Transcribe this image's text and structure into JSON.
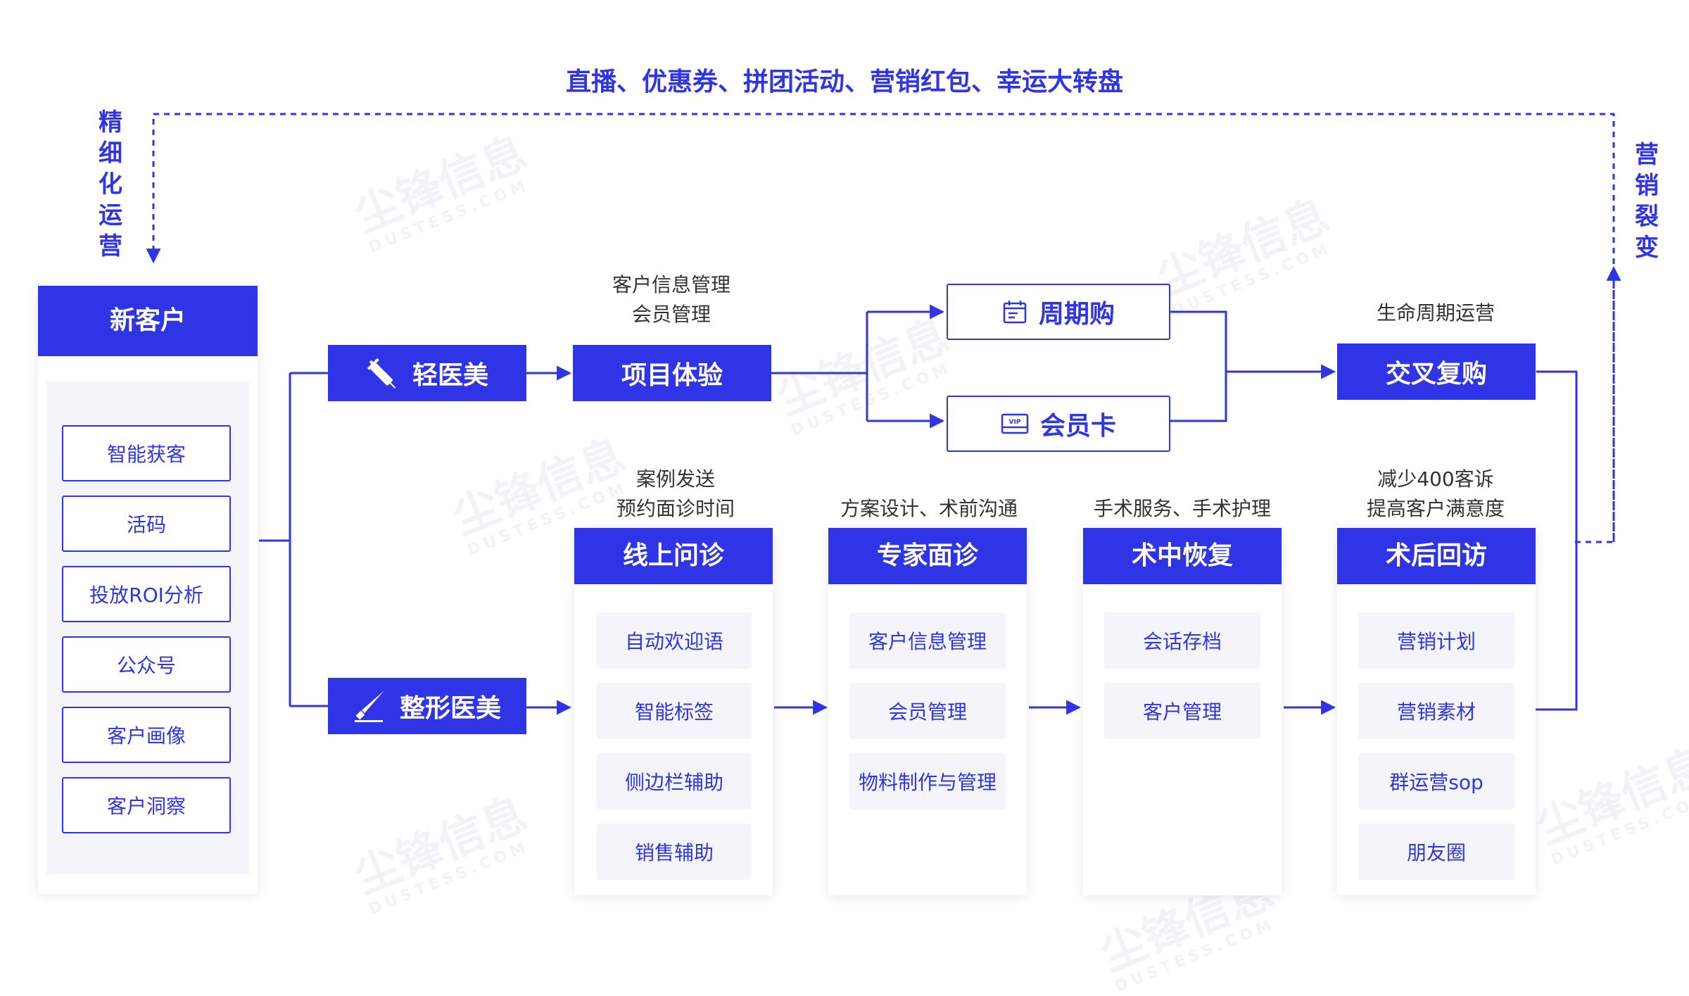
{
  "colors": {
    "primary": "#2f35e6",
    "item_bg": "#f3f5fb",
    "text": "#333333"
  },
  "top_label": "直播、优惠券、拼团活动、营销红包、幸运大转盘",
  "left_label": "精细化运营",
  "right_label": "营销裂变",
  "watermark": {
    "cn": "尘锋信息",
    "en": "DUSTESS.COM"
  },
  "source": {
    "title": "新客户",
    "items": [
      "智能获客",
      "活码",
      "投放ROI分析",
      "公众号",
      "客户画像",
      "客户洞察"
    ]
  },
  "branches": {
    "light": {
      "label": "轻医美",
      "icon": "syringe-icon"
    },
    "surgery": {
      "label": "整形医美",
      "icon": "scalpel-icon"
    }
  },
  "light_flow": {
    "project": {
      "label": "项目体验",
      "note": [
        "客户信息管理",
        "会员管理"
      ]
    },
    "periodic": {
      "label": "周期购",
      "icon": "calendar-icon"
    },
    "member_card": {
      "label": "会员卡",
      "icon": "vip-card-icon",
      "badge": "VIP"
    },
    "repurchase": {
      "label": "交叉复购",
      "note": [
        "生命周期运营"
      ]
    }
  },
  "stages": [
    {
      "title": "线上问诊",
      "note": [
        "案例发送",
        "预约面诊时间"
      ],
      "items": [
        "自动欢迎语",
        "智能标签",
        "侧边栏辅助",
        "销售辅助"
      ]
    },
    {
      "title": "专家面诊",
      "note": [
        "方案设计、术前沟通"
      ],
      "items": [
        "客户信息管理",
        "会员管理",
        "物料制作与管理"
      ]
    },
    {
      "title": "术中恢复",
      "note": [
        "手术服务、手术护理"
      ],
      "items": [
        "会话存档",
        "客户管理"
      ]
    },
    {
      "title": "术后回访",
      "note": [
        "减少400客诉",
        "提高客户满意度"
      ],
      "items": [
        "营销计划",
        "营销素材",
        "群运营sop",
        "朋友圈"
      ]
    }
  ]
}
